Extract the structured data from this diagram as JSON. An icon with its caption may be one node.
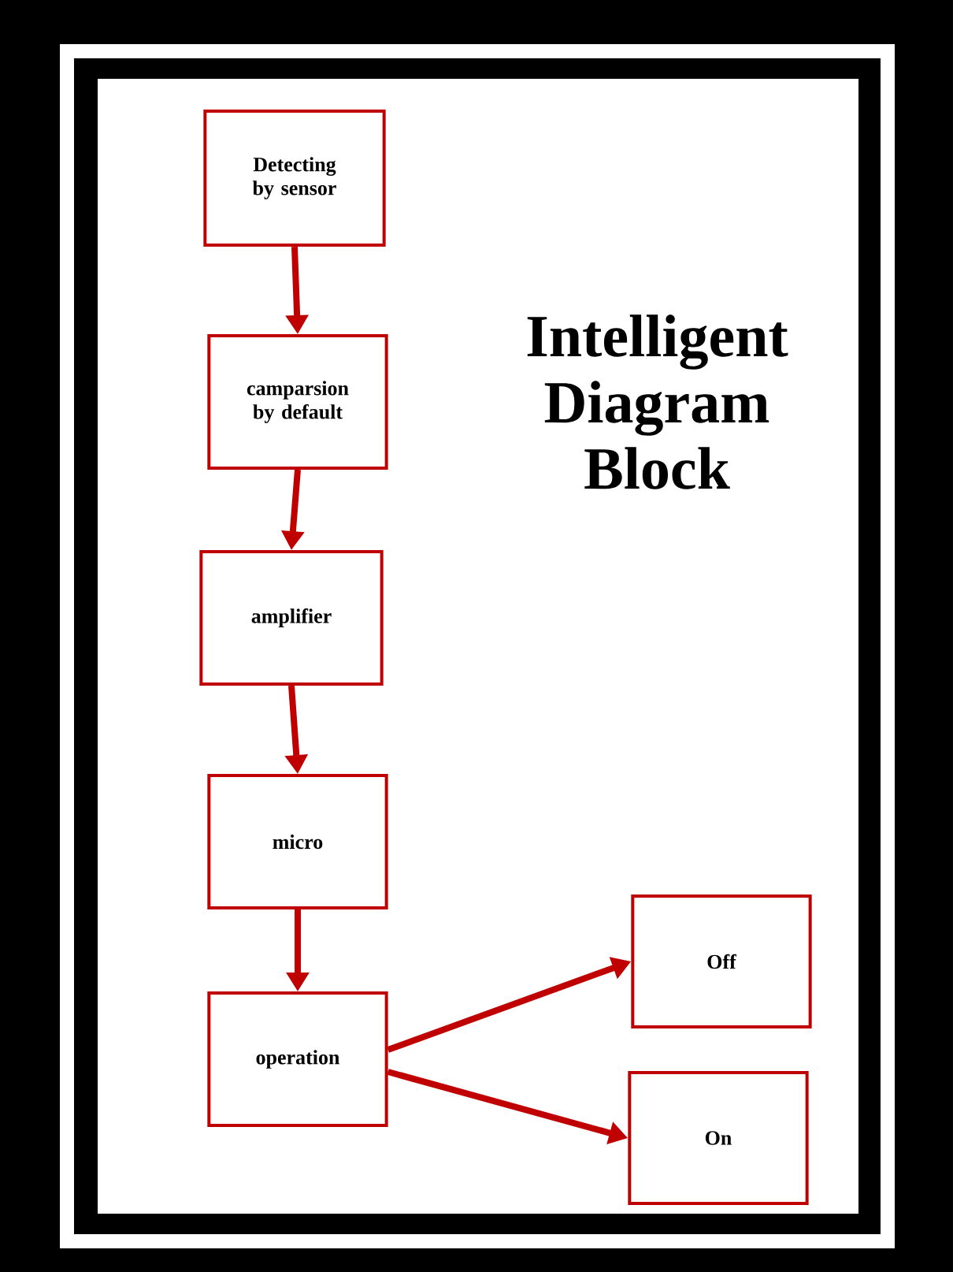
{
  "diagram": {
    "title": "Intelligent Diagram Block",
    "nodes": [
      {
        "text": [
          "Detecting by sensor"
        ]
      },
      {
        "text": [
          "camparsion by default"
        ]
      },
      {
        "text": [
          "amplifier"
        ]
      },
      {
        "text": [
          "micro"
        ]
      },
      {
        "text": [
          "operation"
        ]
      },
      {
        "text": [
          "Off"
        ]
      },
      {
        "text": [
          "On"
        ]
      }
    ],
    "edges": [
      {
        "from": 0,
        "to": 1,
        "arrow": "to"
      },
      {
        "from": 1,
        "to": 2,
        "arrow": "to"
      },
      {
        "from": 2,
        "to": 3,
        "arrow": "to"
      },
      {
        "from": 3,
        "to": 4,
        "arrow": "to"
      },
      {
        "from": 4,
        "to": 5,
        "arrow": "to"
      },
      {
        "from": 4,
        "to": 6,
        "arrow": "to"
      }
    ]
  }
}
